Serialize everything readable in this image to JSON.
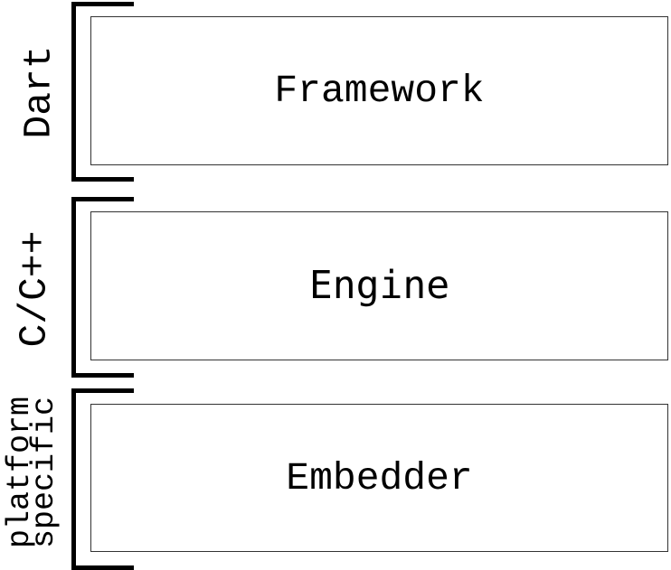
{
  "diagram": {
    "description": "Layered architecture diagram with three stacked layers, each bracketed on the left by its implementation language",
    "colors": {
      "background": "#ffffff",
      "bracket_stroke": "#000000",
      "box_border": "#333333",
      "text": "#000000"
    },
    "sections": [
      {
        "side_label_lines": [
          "Dart"
        ],
        "box_label": "Framework"
      },
      {
        "side_label_lines": [
          "C/C++"
        ],
        "box_label": "Engine"
      },
      {
        "side_label_lines": [
          "platform",
          "specific"
        ],
        "box_label": "Embedder"
      }
    ]
  }
}
